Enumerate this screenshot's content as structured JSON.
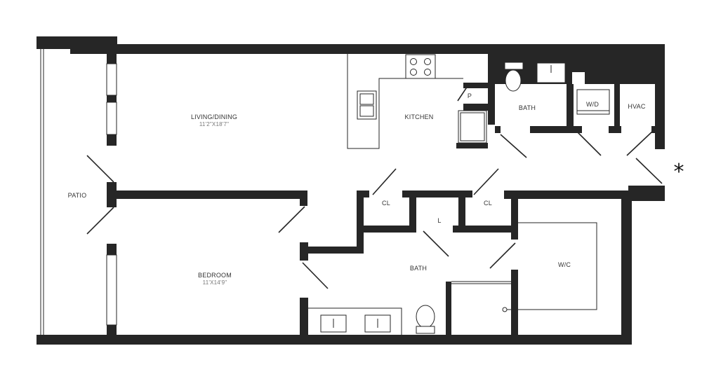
{
  "rooms": {
    "living_dining": {
      "label": "LIVING/DINING",
      "size": "11'2\"X18'7\""
    },
    "kitchen": {
      "label": "KITCHEN"
    },
    "pantry": {
      "label": "P"
    },
    "bath_top": {
      "label": "BATH"
    },
    "washer_dryer": {
      "label": "W/D"
    },
    "hvac": {
      "label": "HVAC"
    },
    "patio": {
      "label": "PATIO"
    },
    "closet_left": {
      "label": "CL"
    },
    "closet_right": {
      "label": "CL"
    },
    "linen": {
      "label": "L"
    },
    "bedroom": {
      "label": "BEDROOM",
      "size": "11'X14'9\""
    },
    "bath_main": {
      "label": "BATH"
    },
    "walk_in_closet": {
      "label": "W/C"
    }
  },
  "entry_marker": "*",
  "colors": {
    "wall": "#262626",
    "background": "#ffffff"
  }
}
